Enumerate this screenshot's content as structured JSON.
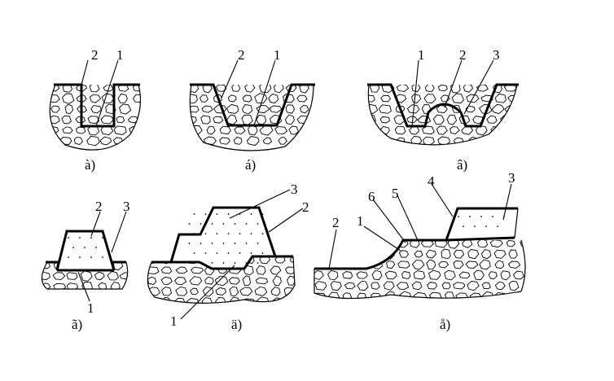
{
  "panels": [
    {
      "id": "a",
      "caption": "à)",
      "labels": [
        "2",
        "1"
      ]
    },
    {
      "id": "b",
      "caption": "á)",
      "labels": [
        "2",
        "1"
      ]
    },
    {
      "id": "c",
      "caption": "â)",
      "labels": [
        "1",
        "2",
        "3"
      ]
    },
    {
      "id": "d",
      "caption": "ã)",
      "labels": [
        "2",
        "3",
        "1"
      ]
    },
    {
      "id": "e",
      "caption": "ä)",
      "labels": [
        "3",
        "2",
        "1"
      ]
    },
    {
      "id": "f",
      "caption": "å)",
      "labels": [
        "4",
        "3",
        "6",
        "5",
        "2",
        "1"
      ]
    }
  ]
}
